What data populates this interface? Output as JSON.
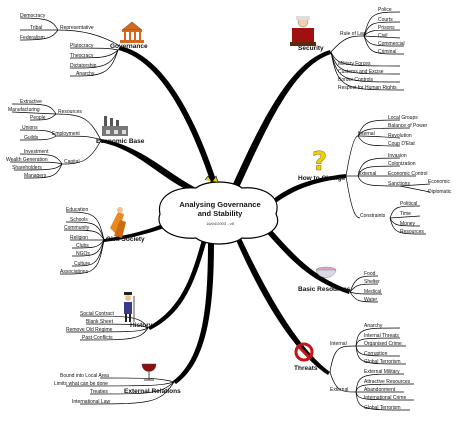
{
  "center": {
    "title_line1": "Analysing Governance",
    "title_line2": "and Stability",
    "subtitle": "16/04/2003 - v8"
  },
  "governance": {
    "label": "Governance",
    "representative": {
      "label": "Representative",
      "items": [
        "Democracy",
        "Tribal",
        "Federalism"
      ]
    },
    "items": [
      "Plutocracy",
      "Theocracy",
      "Dictatorship",
      "Anarchy"
    ]
  },
  "security": {
    "label": "Security",
    "rule_of_law": {
      "label": "Rule of Law",
      "items": [
        "Police",
        "Courts",
        "Prisons",
        "Civil",
        "Commercial",
        "Criminal"
      ]
    },
    "items": [
      "Military Forces",
      "Customs and Excise",
      "Border Controls",
      "Respect for Human Rights"
    ]
  },
  "economic_base": {
    "label": "Economic Base",
    "resources": {
      "label": "Resources",
      "items": [
        "Extractive",
        "Manufacturing",
        "People"
      ]
    },
    "employment": {
      "label": "Employment",
      "items": [
        "Unions",
        "Guilds"
      ]
    },
    "capital": {
      "label": "Capital",
      "items": [
        "Investment",
        "Wealth Generation",
        "Shareholders",
        "Managers"
      ]
    }
  },
  "how_to_change": {
    "label": "How to Change",
    "internal": {
      "label": "Internal",
      "items": [
        "Local Groups",
        "Balance of Power",
        "Revolution",
        "Coup D'Etat"
      ]
    },
    "external": {
      "label": "External",
      "items": [
        "Invasion",
        "Colonization",
        "Economic Control",
        "Sanctions"
      ],
      "sanctions_items": [
        "Economic",
        "Diplomatic"
      ]
    },
    "constraints": {
      "label": "Constraints",
      "items": [
        "Political",
        "Time",
        "Money",
        "Resources"
      ]
    }
  },
  "civil_society": {
    "label": "Civil Society",
    "items": [
      "Education",
      "Schools",
      "Community",
      "Religion",
      "Clubs",
      "NGOs",
      "Culture",
      "Associations"
    ]
  },
  "basic_resources": {
    "label": "Basic Resources",
    "items": [
      "Food",
      "Shelter",
      "Medical",
      "Water"
    ]
  },
  "history": {
    "label": "History",
    "items": [
      "Social Contract",
      "Blank Sheet",
      "Remove Old Regime",
      "Past Conflicts"
    ]
  },
  "threats": {
    "label": "Threats",
    "internal": {
      "label": "Internal",
      "items": [
        "Anarchy",
        "Internal Threats",
        "Organised Crime",
        "Corruption",
        "Global Terrorism"
      ]
    },
    "external": {
      "label": "External",
      "items": [
        "External Military",
        "Attractive Resources",
        "Abandonment",
        "International Crime",
        "Global Terrorism"
      ]
    }
  },
  "external_relations": {
    "label": "External Relations",
    "items": [
      "Bound into Local Area",
      "Limits what can be done",
      "Treaties",
      "International Law"
    ]
  },
  "colors": {
    "line": "#000000",
    "temple": "#d2691e",
    "question": "#f0d000",
    "no_sign": "#c81414",
    "factory": "#555555",
    "bowl": "#e8a0c8"
  }
}
